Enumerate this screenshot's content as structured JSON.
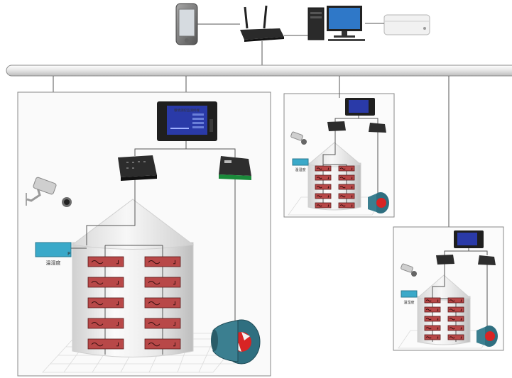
{
  "colors": {
    "bus": "#e6e6e6",
    "frame": "#888888",
    "wire": "#555555",
    "sensor_fill": "#b84848",
    "sensor_stroke": "#5a1a1a",
    "controller_screen": "#2a3aa8",
    "display_box": "#3aa9c9",
    "fan_red": "#d82424",
    "fan_body": "#2f6f80"
  },
  "devices": {
    "phone": "mobile-phone",
    "router": "wireless-router",
    "desktop": "desktop-computer",
    "server": "mini-server"
  },
  "main_unit": {
    "controller_title": "粮情测控监测终端",
    "display_label": "温湿度",
    "display_tag": "P",
    "sensor_rows": 5,
    "sensor_cols": 2
  },
  "small_unit_1": {
    "display_label": "温湿度",
    "sensor_rows": 5,
    "sensor_cols": 2
  },
  "small_unit_2": {
    "display_label": "温湿度",
    "sensor_rows": 5,
    "sensor_cols": 2
  }
}
